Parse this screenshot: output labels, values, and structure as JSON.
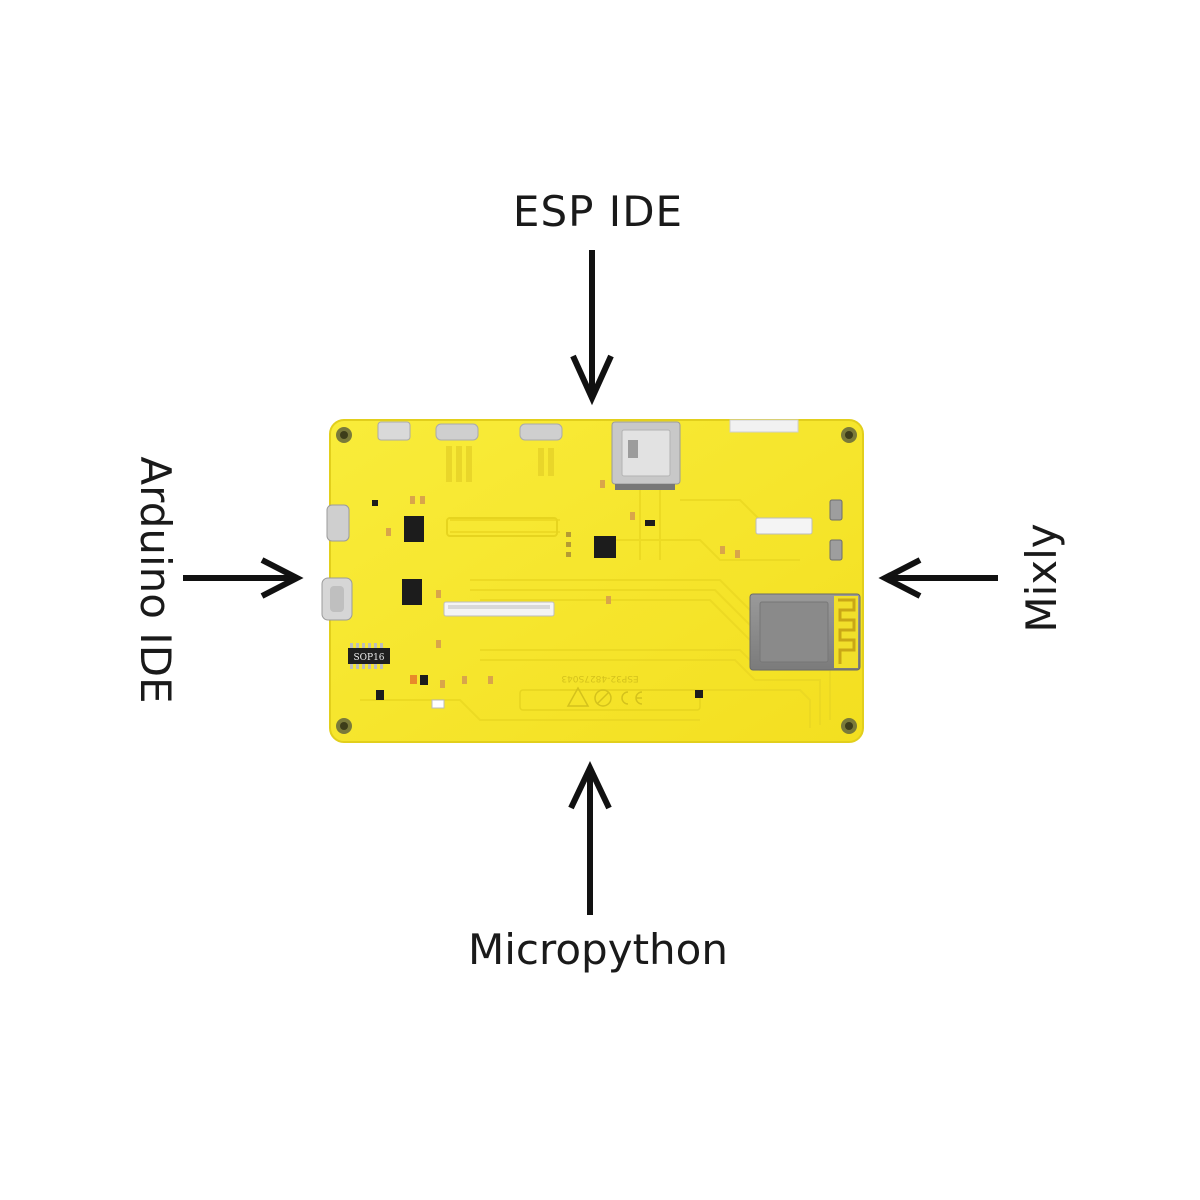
{
  "labels": {
    "top": "ESP IDE",
    "bottom": "Micropython",
    "left": "Arduino IDE",
    "right": "Mixly"
  },
  "board": {
    "silkscreen_chip": "SOP16",
    "silkscreen_model": "ESP32-4827S043"
  },
  "colors": {
    "board": "#f7e62f",
    "board_edge": "#e5d21c",
    "arrow": "#111111",
    "component_dark": "#1c1c1c",
    "component_silver": "#c9c9c9",
    "module": "#8c8c8c"
  }
}
